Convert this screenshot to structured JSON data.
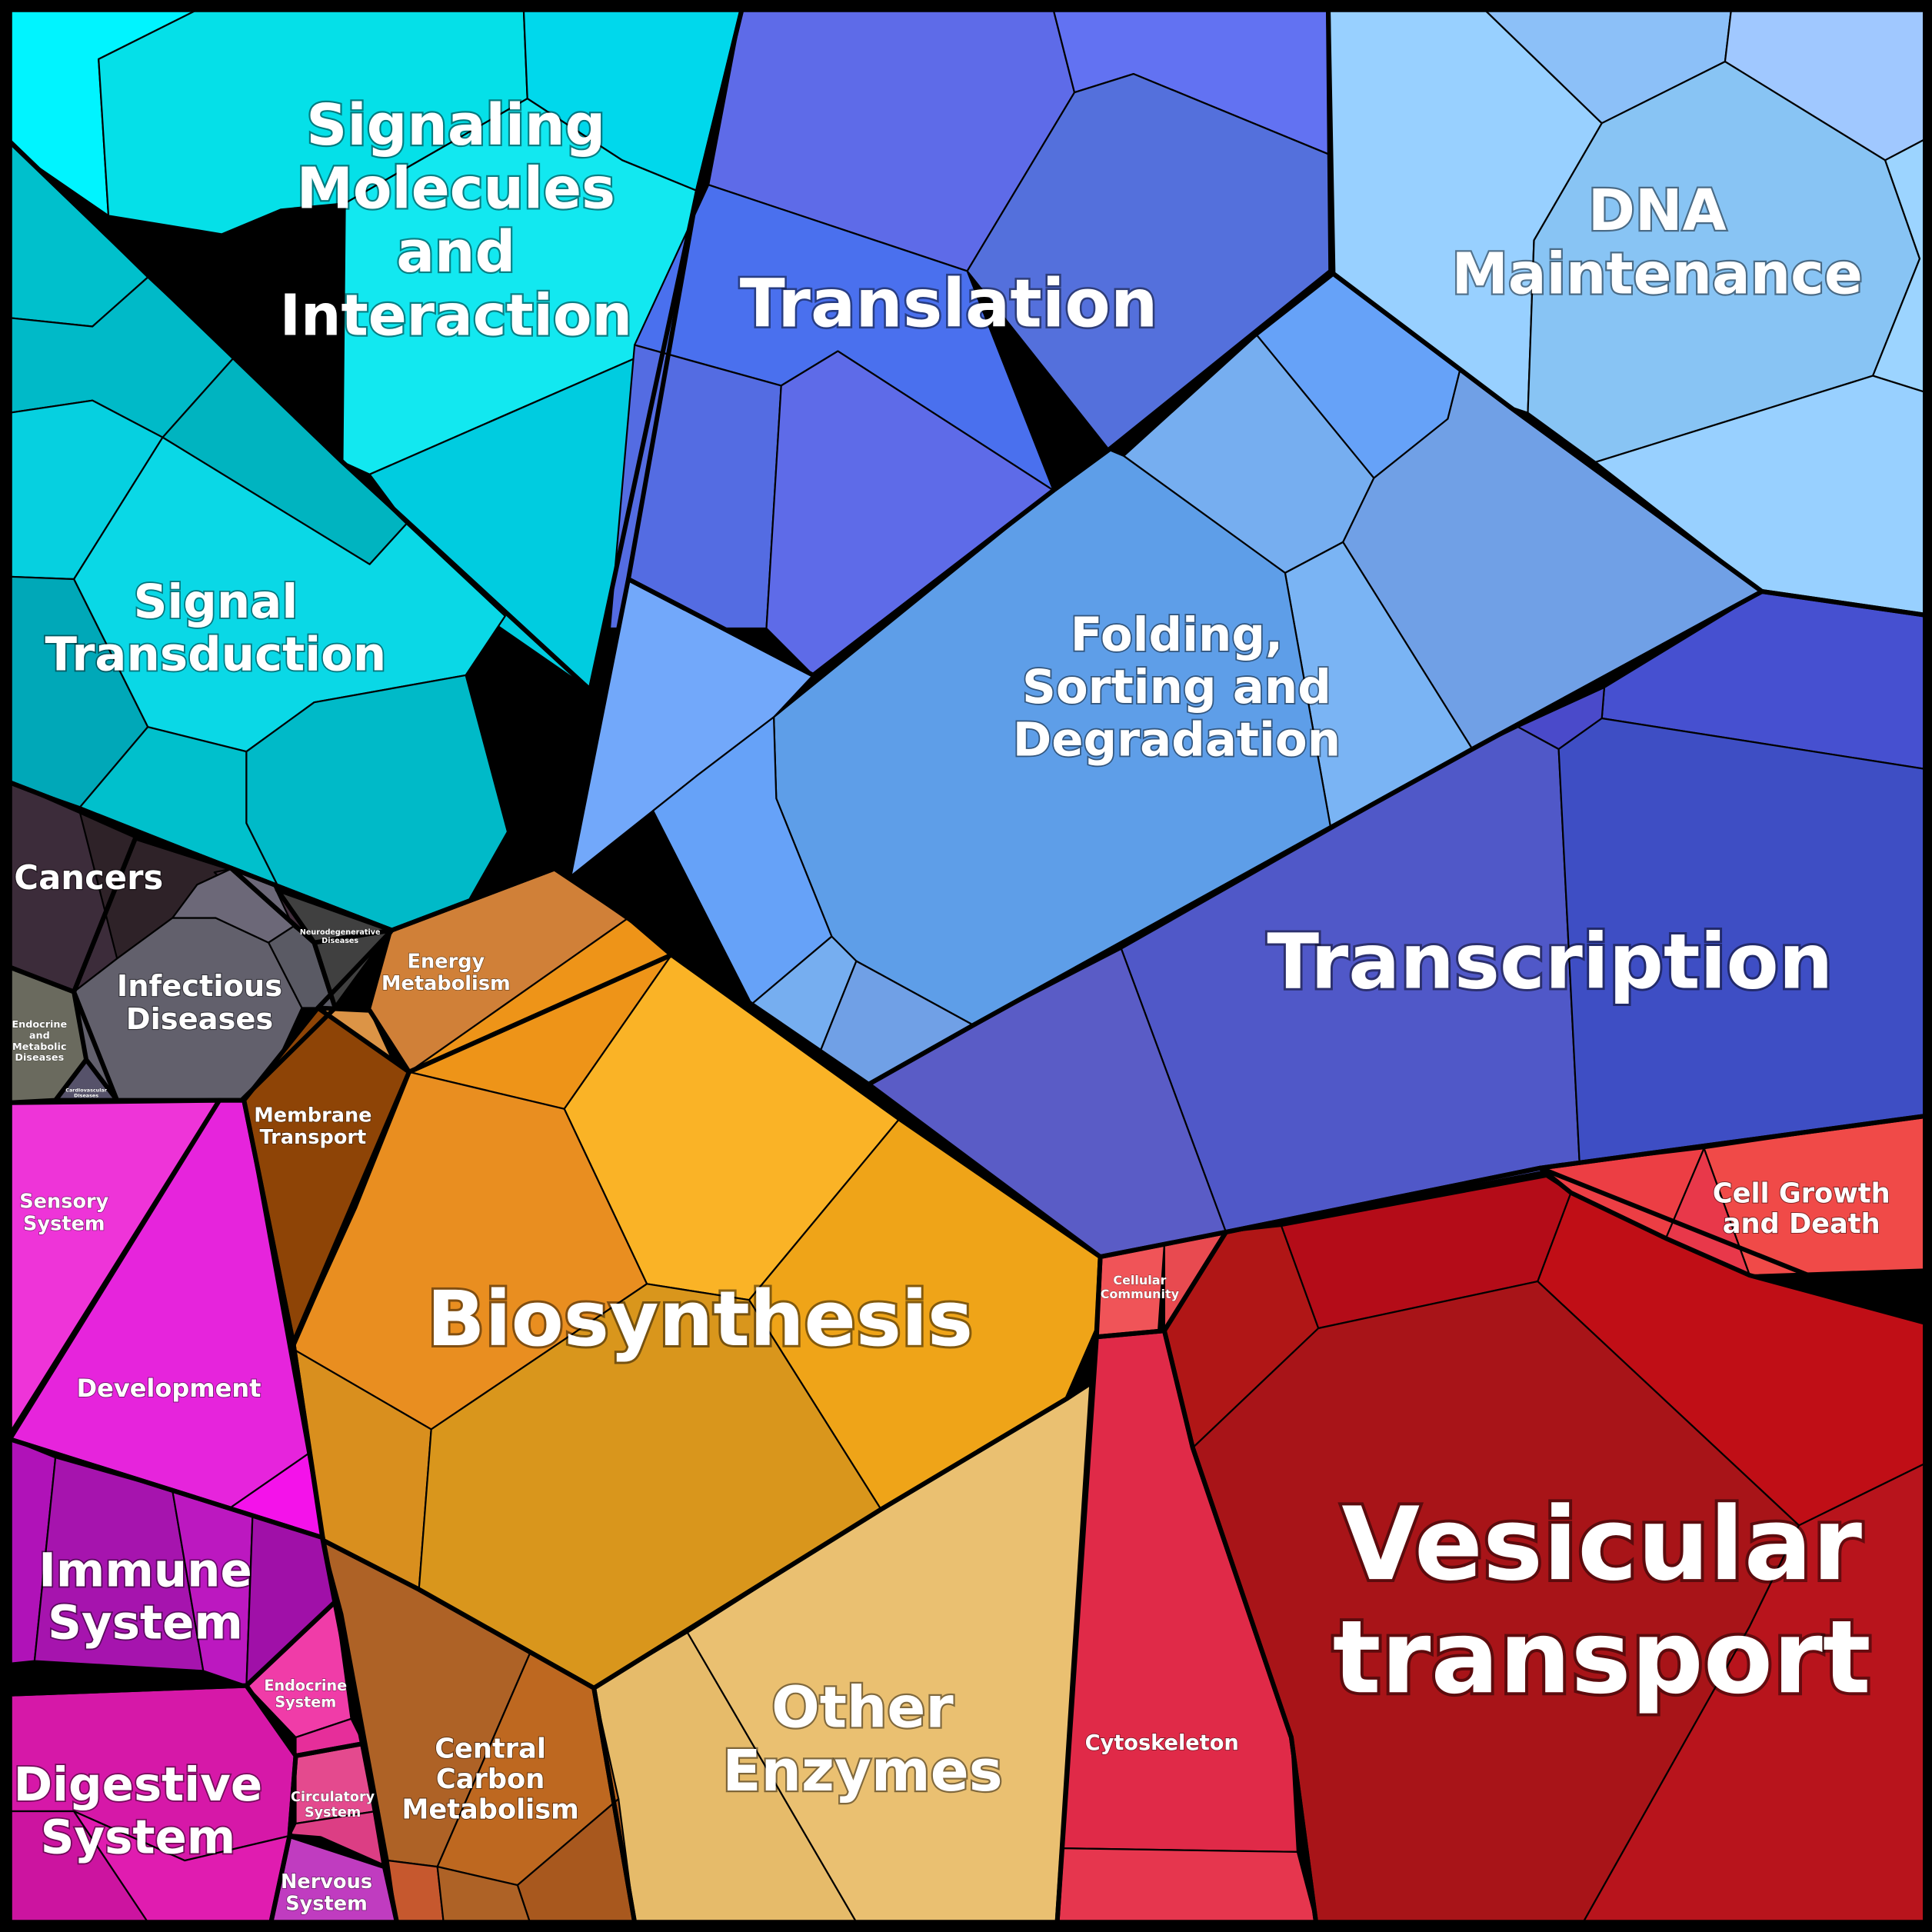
{
  "title": "",
  "regions": [
    {
      "key": "signaling",
      "label": "Signaling\nMolecules\nand\nInteraction",
      "color": "#00E5EE",
      "shades": [
        "#00F4FF",
        "#05E0E8",
        "#00D8EC",
        "#12E8F0",
        "#00CCE0"
      ]
    },
    {
      "key": "signal_transduction",
      "label": "Signal\nTransduction",
      "color": "#00C8D8",
      "shades": [
        "#00C0CC",
        "#00BAC8",
        "#06D0E0",
        "#00B4C0",
        "#0AD8E6",
        "#00A8B8"
      ]
    },
    {
      "key": "translation",
      "label": "Translation",
      "color": "#5A6FEA",
      "shades": [
        "#5E6BE8",
        "#6272F2",
        "#5470DC",
        "#4A70EE",
        "#546CE2"
      ]
    },
    {
      "key": "dna_maintenance",
      "label": "DNA\nMaintenance",
      "color": "#94C8FF",
      "shades": [
        "#98D0FF",
        "#8CC0F8",
        "#A0C8FF",
        "#88C4F4",
        "#9CD4FF"
      ]
    },
    {
      "key": "folding",
      "label": "Folding,\nSorting and\nDegradation",
      "color": "#68A4F6",
      "shades": [
        "#66A2F8",
        "#76AEF0",
        "#70A0E6",
        "#7AB4F4",
        "#5E9EE8",
        "#72A8FA"
      ]
    },
    {
      "key": "transcription",
      "label": "Transcription",
      "color": "#4452CC",
      "shades": [
        "#4650D0",
        "#4A4ACA",
        "#5058C8",
        "#3E4EC4",
        "#5A5CC6"
      ]
    },
    {
      "key": "cancers",
      "label": "Cancers",
      "color": "#3A2A36",
      "shades": [
        "#3C2C3A",
        "#2E2228",
        "#44303E"
      ]
    },
    {
      "key": "infectious",
      "label": "Infectious\nDiseases",
      "color": "#66646E",
      "shades": [
        "#62606C",
        "#6C6878",
        "#5A5A64",
        "#707070"
      ]
    },
    {
      "key": "endocrine_metabolic",
      "label": "Endocrine\nand\nMetabolic\nDiseases",
      "color": "#6A6A5E",
      "shades": [
        "#6A6A5E",
        "#5C5C52"
      ]
    },
    {
      "key": "neurodegenerative",
      "label": "Neurodegenerative\nDiseases",
      "color": "#404040",
      "shades": [
        "#404040",
        "#4A4444"
      ]
    },
    {
      "key": "cardiovascular",
      "label": "Cardiovascular\nDiseases",
      "color": "#56526A",
      "shades": [
        "#56526A"
      ]
    },
    {
      "key": "energy",
      "label": "Energy\nMetabolism",
      "color": "#DC9446",
      "shades": [
        "#DC9446",
        "#D08038",
        "#E09A4C"
      ]
    },
    {
      "key": "membrane",
      "label": "Membrane\nTransport",
      "color": "#8E4406",
      "shades": [
        "#8E4406",
        "#823C04"
      ]
    },
    {
      "key": "biosynthesis",
      "label": "Biosynthesis",
      "color": "#EE9418",
      "shades": [
        "#EE9418",
        "#FAB326",
        "#EFA418",
        "#E98E20",
        "#D98F1E",
        "#D9961C"
      ]
    },
    {
      "key": "other_enzymes",
      "label": "Other\nEnzymes",
      "color": "#E6B86C",
      "shades": [
        "#E6BB6A",
        "#EAC071",
        "#E2B46A"
      ]
    },
    {
      "key": "central_carbon",
      "label": "Central\nCarbon\nMetabolism",
      "color": "#B06022",
      "shades": [
        "#AE6226",
        "#BE6820",
        "#A8581E",
        "#C6582E"
      ]
    },
    {
      "key": "vesicular",
      "label": "Vesicular\ntransport",
      "color": "#B01616",
      "shades": [
        "#B01616",
        "#B40C18",
        "#C00E16",
        "#A81418",
        "#B8141C"
      ]
    },
    {
      "key": "cell_growth",
      "label": "Cell Growth\nand Death",
      "color": "#EC3E44",
      "shades": [
        "#EC3E44",
        "#F04A48",
        "#E8384A"
      ]
    },
    {
      "key": "cellular_community",
      "label": "Cellular\nCommunity",
      "color": "#F05458",
      "shades": [
        "#F05458",
        "#E84A50"
      ]
    },
    {
      "key": "cytoskeleton",
      "label": "Cytoskeleton",
      "color": "#E02A48",
      "shades": [
        "#E02A48",
        "#E6364E",
        "#D82444"
      ]
    },
    {
      "key": "sensory",
      "label": "Sensory\nSystem",
      "color": "#EE34D8",
      "shades": [
        "#EE34D8"
      ]
    },
    {
      "key": "development",
      "label": "Development",
      "color": "#E624DC",
      "shades": [
        "#E624DC",
        "#F412EA"
      ]
    },
    {
      "key": "immune",
      "label": "Immune\nSystem",
      "color": "#B012B8",
      "shades": [
        "#B012B8",
        "#A614AE",
        "#BC18C0",
        "#A010A8"
      ]
    },
    {
      "key": "endocrine",
      "label": "Endocrine\nSystem",
      "color": "#F03CA8",
      "shades": [
        "#F03CA8",
        "#E62E9A"
      ]
    },
    {
      "key": "circulatory",
      "label": "Circulatory\nSystem",
      "color": "#E44A8E",
      "shades": [
        "#E44A8E",
        "#DC3E84"
      ]
    },
    {
      "key": "digestive",
      "label": "Digestive\nSystem",
      "color": "#D618A8",
      "shades": [
        "#D618A8",
        "#CC14A0",
        "#E01CB0"
      ]
    },
    {
      "key": "nervous",
      "label": "Nervous\nSystem",
      "color": "#C03CC0",
      "shades": [
        "#C03CC0"
      ]
    }
  ]
}
